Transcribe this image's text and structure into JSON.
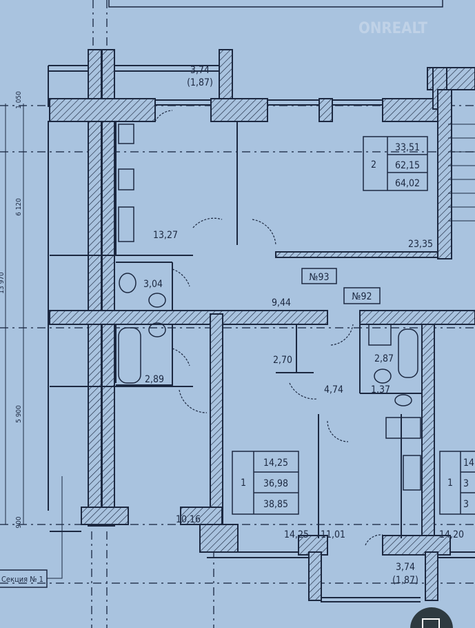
{
  "watermark": "ONREALT",
  "dimensions": {
    "d1": "1 050",
    "d2": "6 120",
    "d3": "13 970",
    "d4": "5 900",
    "d5": "900"
  },
  "section_label": "Секция № 1",
  "apartments": {
    "no93": "№93",
    "no92": "№92",
    "apt_2_table": {
      "rooms": "2",
      "living": "33,51",
      "total": "62,15",
      "total_with_balcony": "64,02"
    },
    "apt_1_table": {
      "rooms": "1",
      "living": "14,25",
      "total": "36,98",
      "total_with_balcony": "38,85"
    },
    "apt_right_table": {
      "rooms": "1",
      "living": "14",
      "total": "3",
      "total_with_balcony": "3"
    }
  },
  "rooms": {
    "balcony_top": "3,74",
    "balcony_top_reduced": "(1,87)",
    "kitchen_top": "13,27",
    "living_top": "23,35",
    "hall_top": "9,44",
    "wc_top": "3,04",
    "bath_left": "2,89",
    "closet": "2,70",
    "bath_right": "2,87",
    "hall_bottom": "4,74",
    "wc_bottom": "1,37",
    "room_left": "10,16",
    "room_bottom": "14,25",
    "kitchen_bottom": "11,01",
    "room_right": "14,20",
    "balcony_bottom": "3,74",
    "balcony_bottom_reduced": "(1,87)"
  },
  "icons": {
    "expand": "expand-icon"
  }
}
